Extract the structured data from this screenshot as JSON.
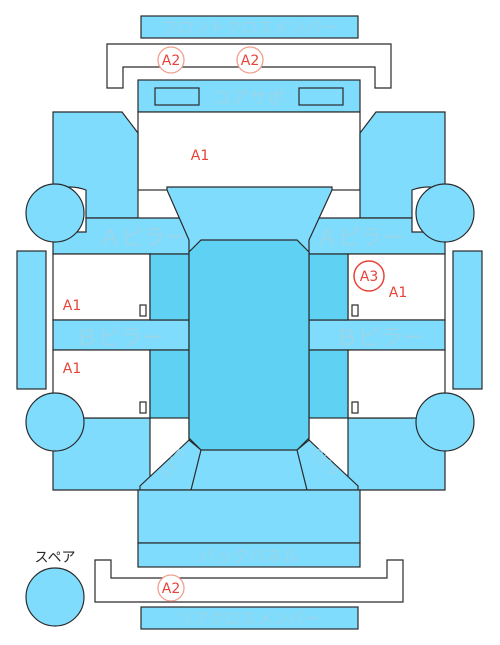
{
  "colors": {
    "panel": "#7fdcfd",
    "panel_mid": "#5fd2f3",
    "stroke": "#2a2a2a",
    "label_text": "#9ad6ea",
    "mark": "#e8433a",
    "white": "#ffffff"
  },
  "labels": {
    "front_cross_member": "フロントクロスメンバー",
    "core_support": "コアサポ",
    "a_pillar": "Ａピラー",
    "b_pillar": "Ｂピラー",
    "c_pillar": "Cピラ",
    "back_panel": "バックパネル",
    "rear_cross_member": "リアクロスメンバー",
    "spare": "スペア"
  },
  "marks": {
    "a1": "A1",
    "a2": "A2",
    "a3": "A3"
  }
}
